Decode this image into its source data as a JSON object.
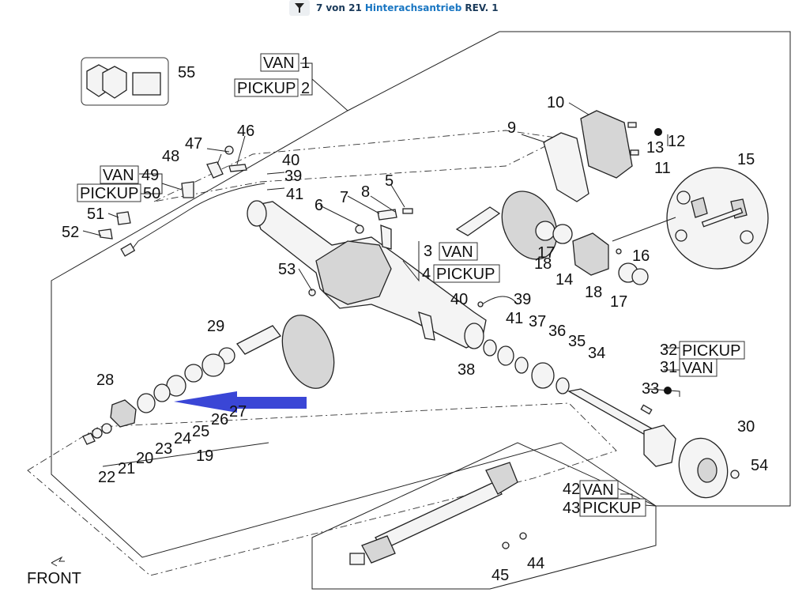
{
  "header": {
    "page_current": "7",
    "page_sep": "von 21",
    "title": "Hinterachsantrieb",
    "revision": "REV. 1",
    "filter_icon": "filter-icon"
  },
  "callouts": {
    "p1": "1",
    "p2": "2",
    "p3": "3",
    "p4": "4",
    "p5": "5",
    "p6": "6",
    "p7": "7",
    "p8": "8",
    "p9": "9",
    "p10": "10",
    "p11": "11",
    "p12": "12",
    "p13": "13",
    "p14": "14",
    "p15": "15",
    "p16": "16",
    "p17a": "17",
    "p17b": "17",
    "p18a": "18",
    "p18b": "18",
    "p19": "19",
    "p20": "20",
    "p21": "21",
    "p22": "22",
    "p23": "23",
    "p24": "24",
    "p25": "25",
    "p26": "26",
    "p27": "27",
    "p28": "28",
    "p29": "29",
    "p30": "30",
    "p31": "31",
    "p32": "32",
    "p33": "33",
    "p34": "34",
    "p35": "35",
    "p36": "36",
    "p37": "37",
    "p38": "38",
    "p39a": "39",
    "p39b": "39",
    "p40a": "40",
    "p40b": "40",
    "p41a": "41",
    "p41b": "41",
    "p42": "42",
    "p43": "43",
    "p44": "44",
    "p45": "45",
    "p46": "46",
    "p47": "47",
    "p48": "48",
    "p49": "49",
    "p50": "50",
    "p51": "51",
    "p52": "52",
    "p53": "53",
    "p54": "54",
    "p55": "55"
  },
  "variants": {
    "van": "VAN",
    "pickup": "PICKUP"
  },
  "front_label": "FRONT",
  "colors": {
    "arrow": "#3a46d6",
    "line": "#222222",
    "title_link": "#1976c2"
  }
}
